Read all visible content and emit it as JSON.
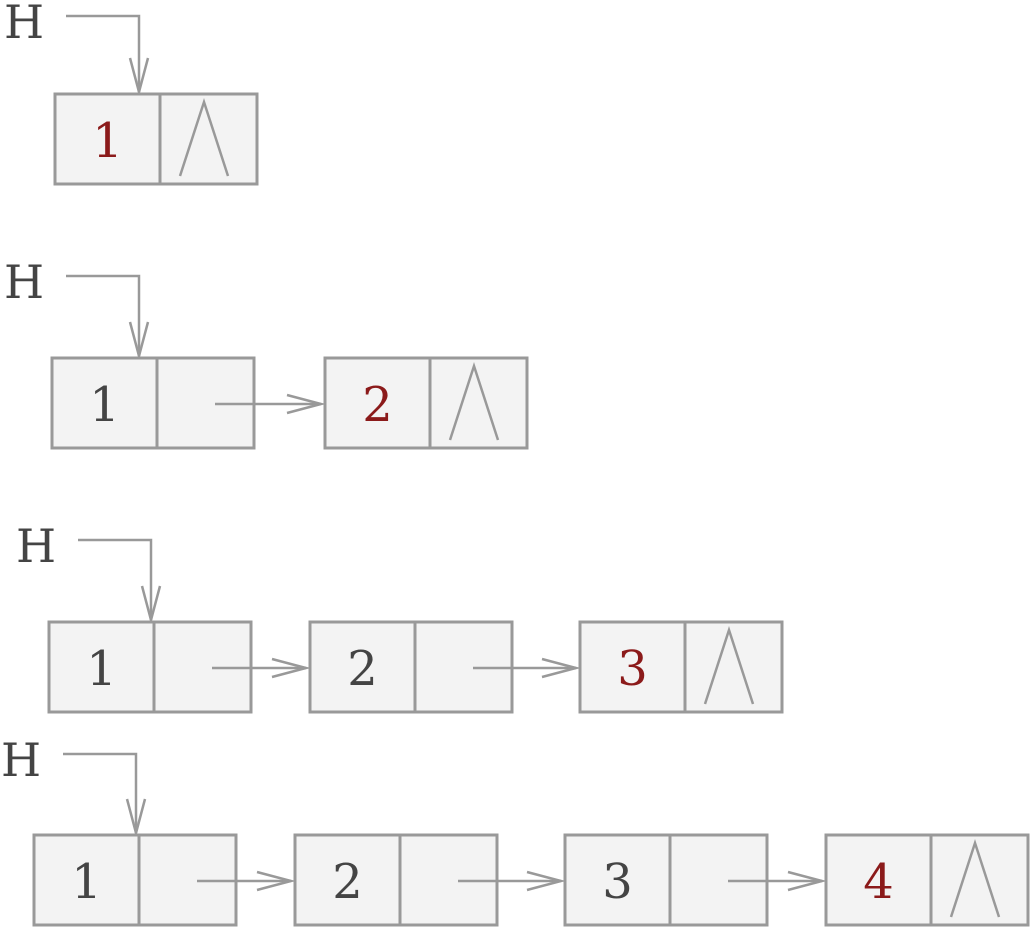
{
  "colors": {
    "new_node_value": "#8b1a1a",
    "existing_node_value": "#444444"
  },
  "icons": {
    "null_pointer": "null-pointer-icon",
    "link_arrow": "arrow-right-icon"
  },
  "rows": [
    {
      "head": "H",
      "nodes": [
        {
          "value": "1",
          "is_new": true,
          "next_null": true
        }
      ]
    },
    {
      "head": "H",
      "nodes": [
        {
          "value": "1",
          "is_new": false,
          "next_null": false
        },
        {
          "value": "2",
          "is_new": true,
          "next_null": true
        }
      ]
    },
    {
      "head": "H",
      "nodes": [
        {
          "value": "1",
          "is_new": false,
          "next_null": false
        },
        {
          "value": "2",
          "is_new": false,
          "next_null": false
        },
        {
          "value": "3",
          "is_new": true,
          "next_null": true
        }
      ]
    },
    {
      "head": "H",
      "nodes": [
        {
          "value": "1",
          "is_new": false,
          "next_null": false
        },
        {
          "value": "2",
          "is_new": false,
          "next_null": false
        },
        {
          "value": "3",
          "is_new": false,
          "next_null": false
        },
        {
          "value": "4",
          "is_new": true,
          "next_null": true
        }
      ]
    }
  ]
}
